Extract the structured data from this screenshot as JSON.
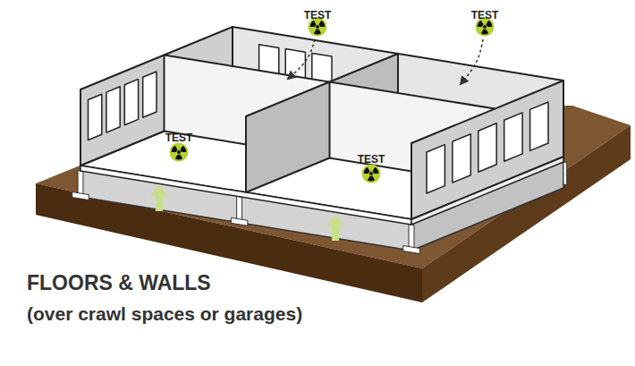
{
  "diagram": {
    "title": "FLOORS & WALLS",
    "caption": "(over crawl spaces or garages)",
    "labels": [
      "TEST",
      "TEST",
      "TEST",
      "TEST"
    ]
  }
}
